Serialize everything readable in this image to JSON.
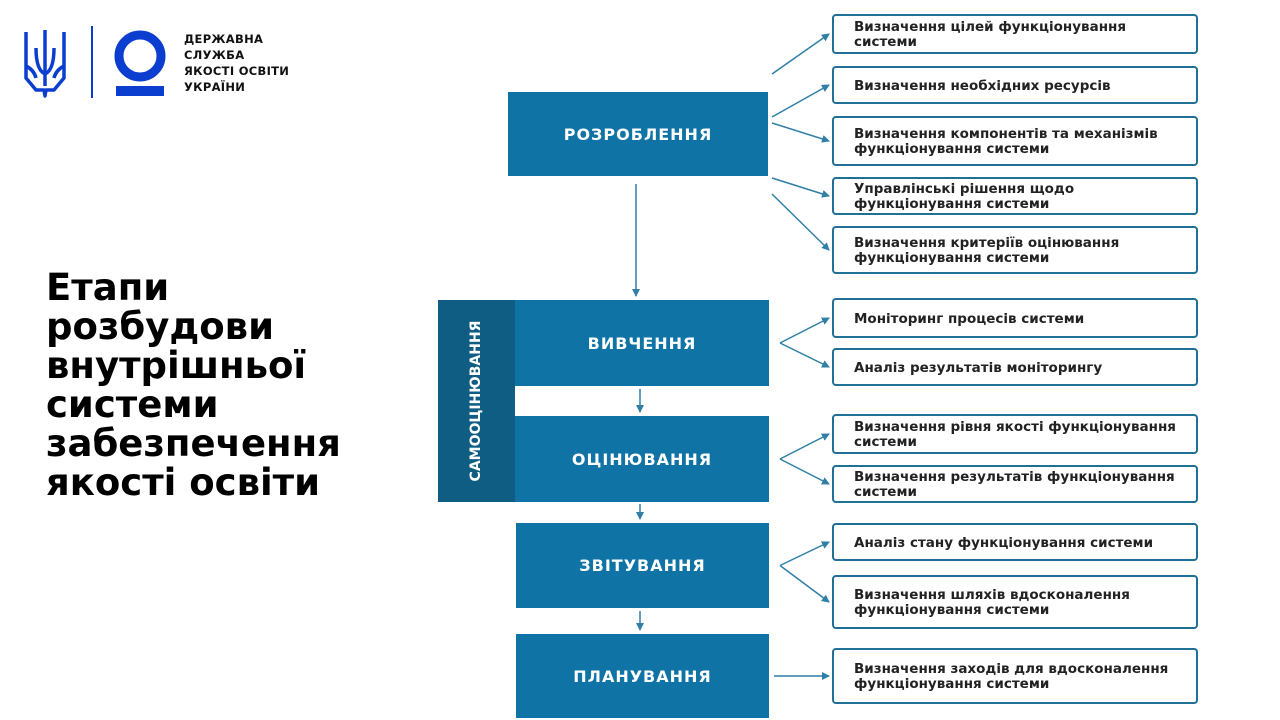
{
  "header": {
    "agency_name_lines": [
      "ДЕРЖАВНА",
      "СЛУЖБА",
      "ЯКОСТІ ОСВІТИ",
      "УКРАЇНИ"
    ],
    "emblem_icon": "trident-icon",
    "logo_icon": "agency-logo-icon",
    "brand_color": "#0b3ecf"
  },
  "title_lines": [
    "Етапи",
    "розбудови",
    "внутрішньої",
    "системи",
    "забезпечення",
    "якості освіти"
  ],
  "diagram": {
    "accent_color": "#0f73a5",
    "self_eval_label": "САМООЦІНЮВАННЯ",
    "stages": [
      {
        "label": "РОЗРОБЛЕННЯ",
        "tasks": [
          "Визначення цілей функціонування системи",
          "Визначення необхідних ресурсів",
          "Визначення компонентів та механізмів функціонування системи",
          "Управлінські рішення щодо функціонування системи",
          "Визначення критеріїв оцінювання функціонування системи"
        ]
      },
      {
        "label": "ВИВЧЕННЯ",
        "tasks": [
          "Моніторинг процесів системи",
          "Аналіз результатів моніторингу"
        ]
      },
      {
        "label": "ОЦІНЮВАННЯ",
        "tasks": [
          "Визначення рівня якості функціонування системи",
          "Визначення результатів функціонування системи"
        ]
      },
      {
        "label": "ЗВІТУВАННЯ",
        "tasks": [
          "Аналіз стану функціонування системи",
          "Визначення шляхів вдосконалення функціонування системи"
        ]
      },
      {
        "label": "ПЛАНУВАННЯ",
        "tasks": [
          "Визначення заходів для вдосконалення функціонування системи"
        ]
      }
    ]
  }
}
